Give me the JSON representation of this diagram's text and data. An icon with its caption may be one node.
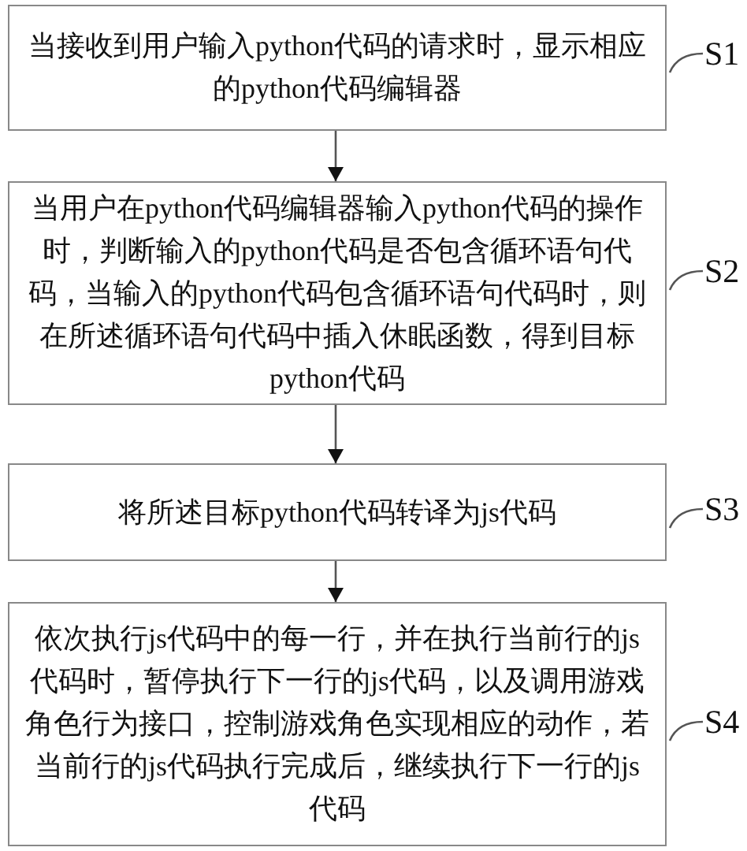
{
  "diagram": {
    "nodes": [
      {
        "text": [
          "当接收到用户输入python代码的请求时，显示相应的python代码编辑器"
        ]
      },
      {
        "text": [
          "当用户在python代码编辑器输入python代码的操作时，判断输入的python代码是否包含循环语句代码，当输入的python代码包含循环语句代码时，则在所述循环语句代码中插入休眠函数，得到目标python代码"
        ]
      },
      {
        "text": [
          "将所述目标python代码转译为js代码"
        ]
      },
      {
        "text": [
          "依次执行js代码中的每一行，并在执行当前行的js代码时，暂停执行下一行的js代码，以及调用游戏角色行为接口，控制游戏角色实现相应的动作，若当前行的js代码执行完成后，继续执行下一行的js代码"
        ]
      },
      {
        "text": [
          "S1"
        ]
      },
      {
        "text": [
          "S2"
        ]
      },
      {
        "text": [
          "S3"
        ]
      },
      {
        "text": [
          "S4"
        ]
      }
    ],
    "edges": [
      {
        "from": 0,
        "to": 1,
        "arrow": "to"
      },
      {
        "from": 1,
        "to": 2,
        "arrow": "to"
      },
      {
        "from": 2,
        "to": 3,
        "arrow": "to"
      },
      {
        "from": 4,
        "to": 0,
        "arrow": "none"
      },
      {
        "from": 5,
        "to": 1,
        "arrow": "none"
      },
      {
        "from": 6,
        "to": 2,
        "arrow": "none"
      },
      {
        "from": 7,
        "to": 3,
        "arrow": "none"
      }
    ]
  }
}
